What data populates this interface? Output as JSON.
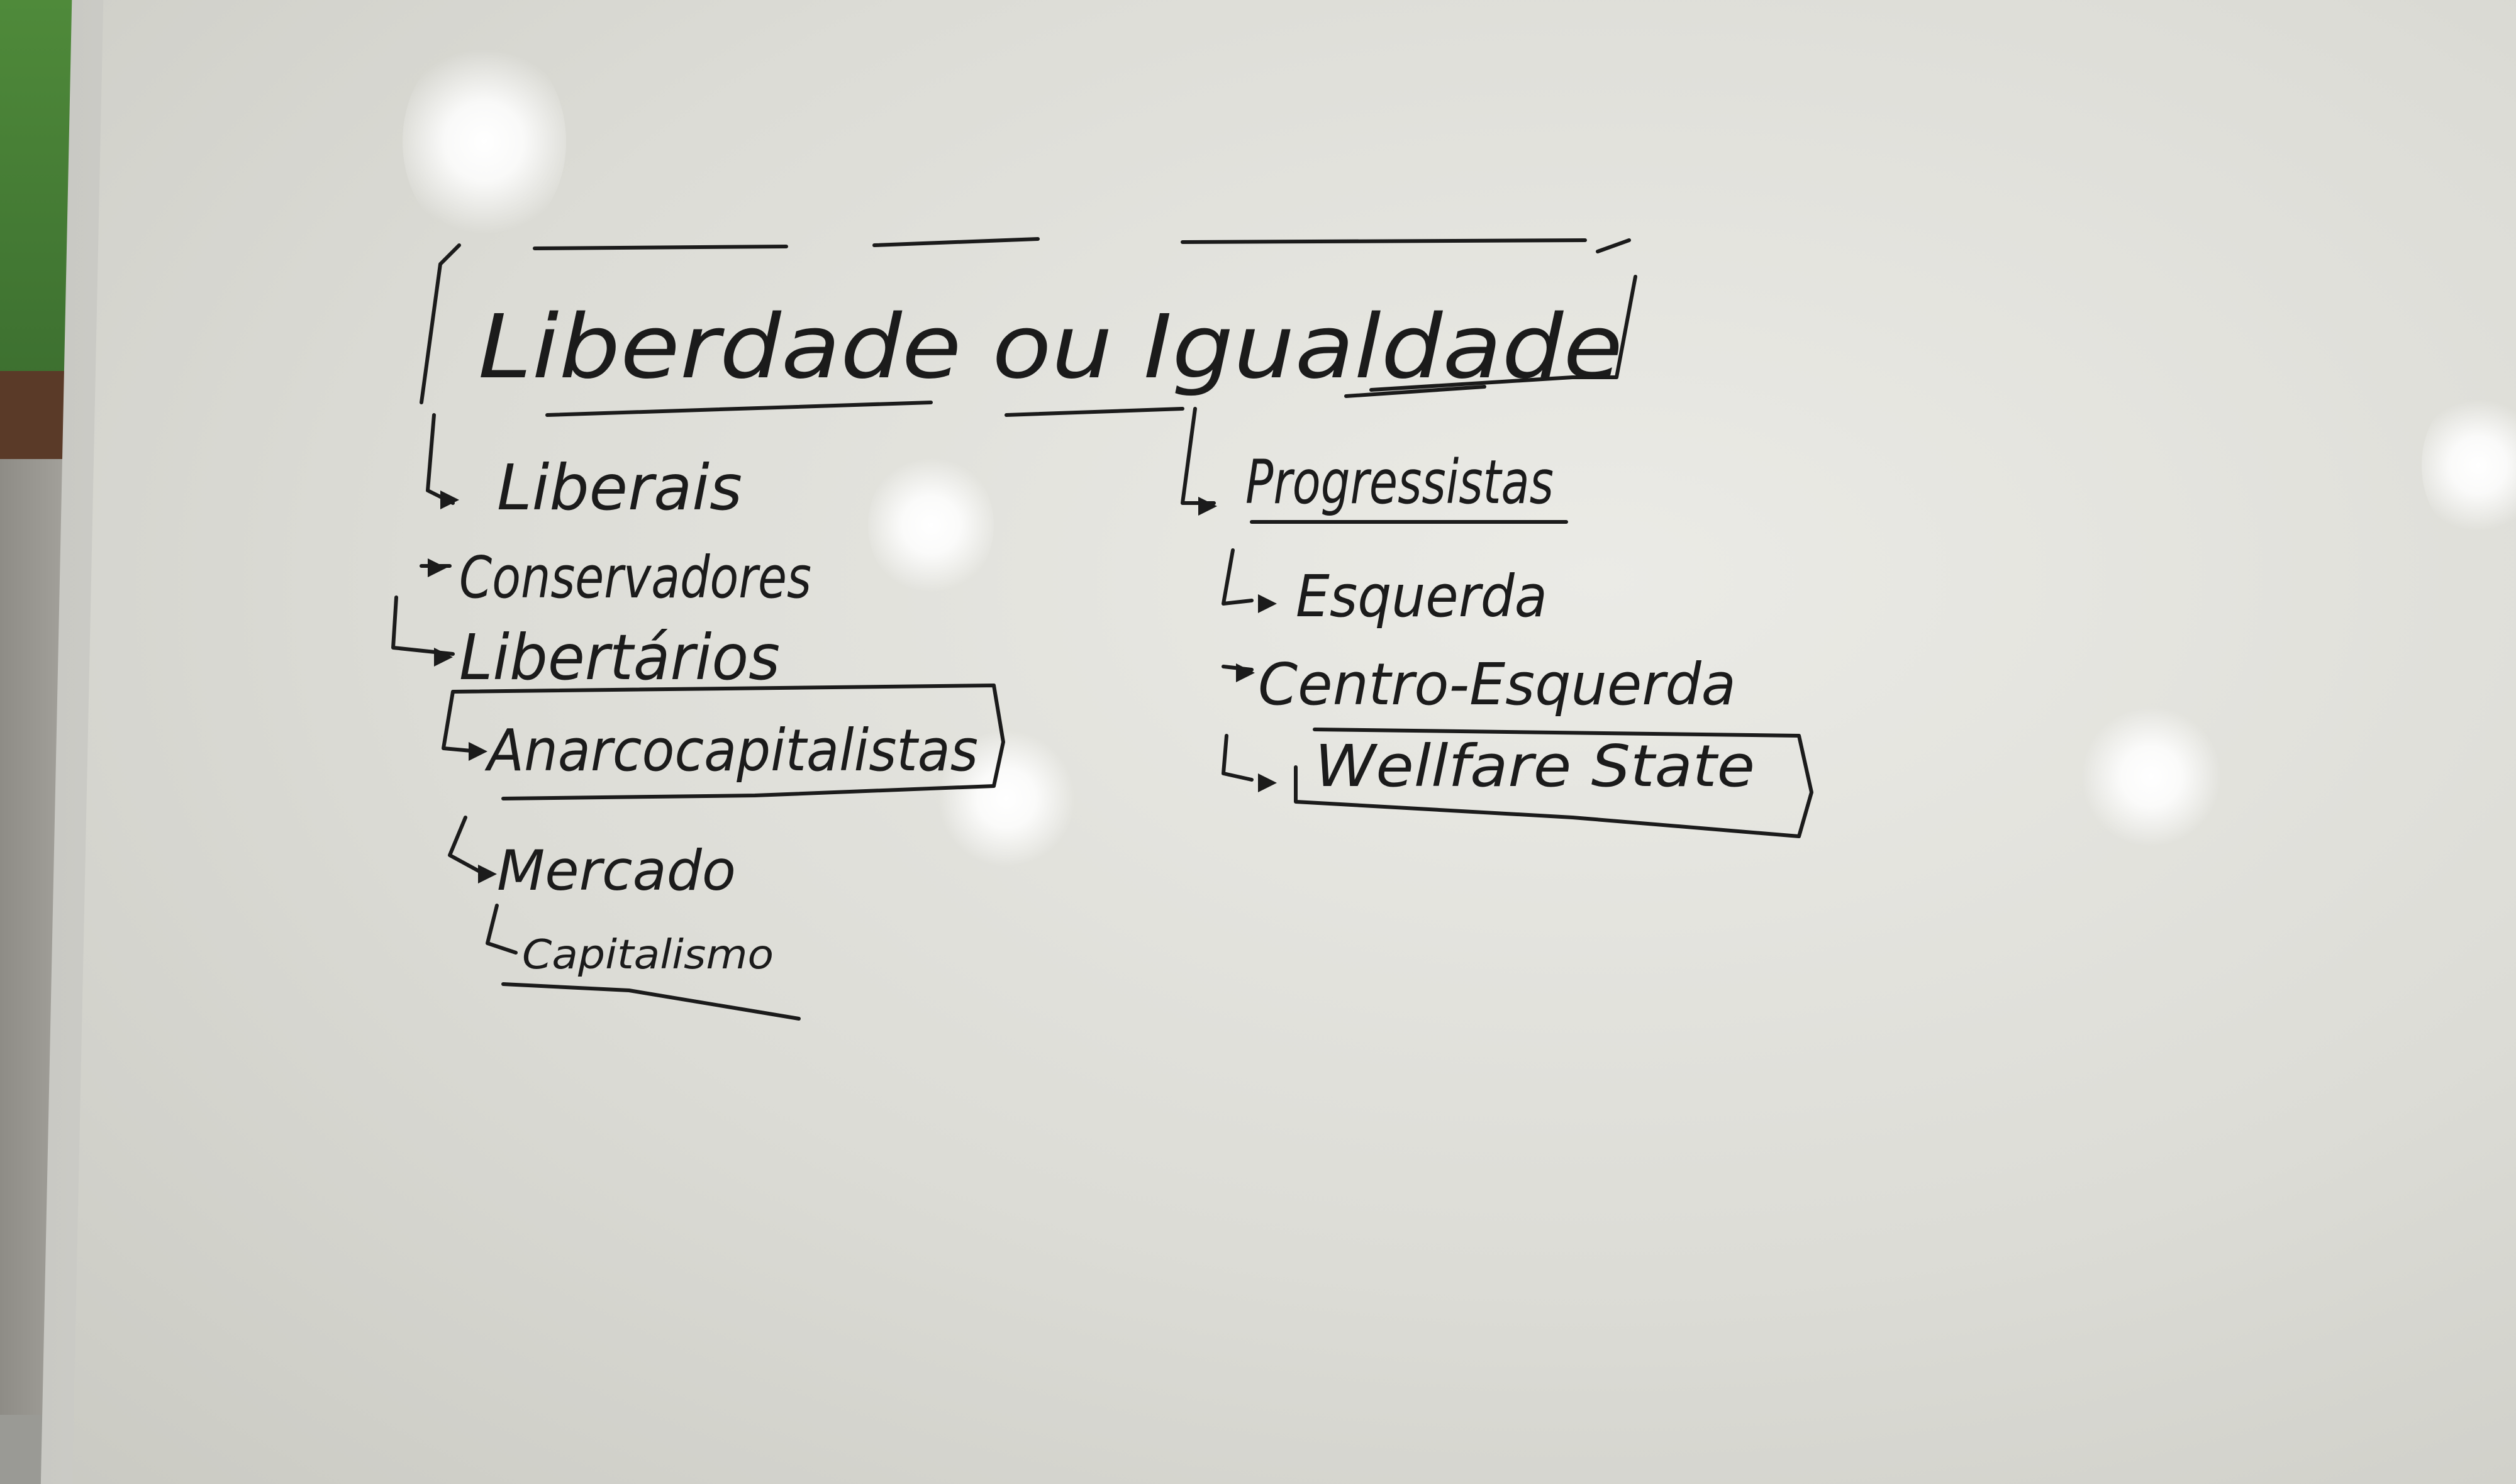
{
  "title": "Liberdade ou Igualdade",
  "left": {
    "items": [
      "Liberais",
      "Conservadores",
      "Libertários",
      "Anarcocapitalistas"
    ],
    "mercado": "Mercado",
    "capitalismo": "Capitalismo"
  },
  "right": {
    "heading": "Progressistas",
    "items": [
      "Esquerda",
      "Centro-Esquerda",
      "Wellfare State"
    ]
  },
  "colors": {
    "ink": "#1b1b1b",
    "board": "#dcdcd6",
    "wall_green": "#4f8a3a"
  }
}
